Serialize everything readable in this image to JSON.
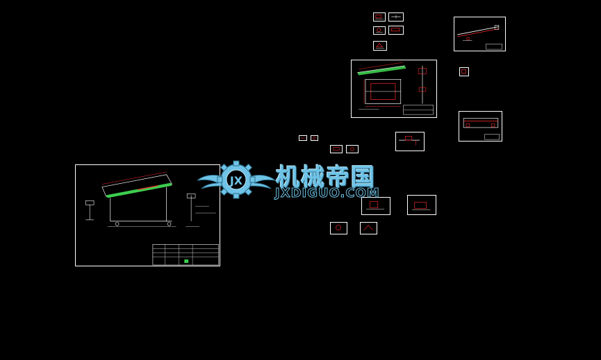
{
  "viewport": {
    "background": "#000000"
  },
  "colors": {
    "line": "#ffffff",
    "dimension": "#ff2b2b",
    "hatch": "#3ccf4e",
    "watermark": "#6fc3e6"
  },
  "watermark": {
    "logo_letters": "JX",
    "title": "机械帝国",
    "url": "JXDIGUO.COM"
  },
  "sheets": [
    "main-assembly-drawing",
    "frame-assembly-drawing",
    "top-right-part-drawing",
    "right-part-drawing",
    "small-detail-drawings"
  ]
}
